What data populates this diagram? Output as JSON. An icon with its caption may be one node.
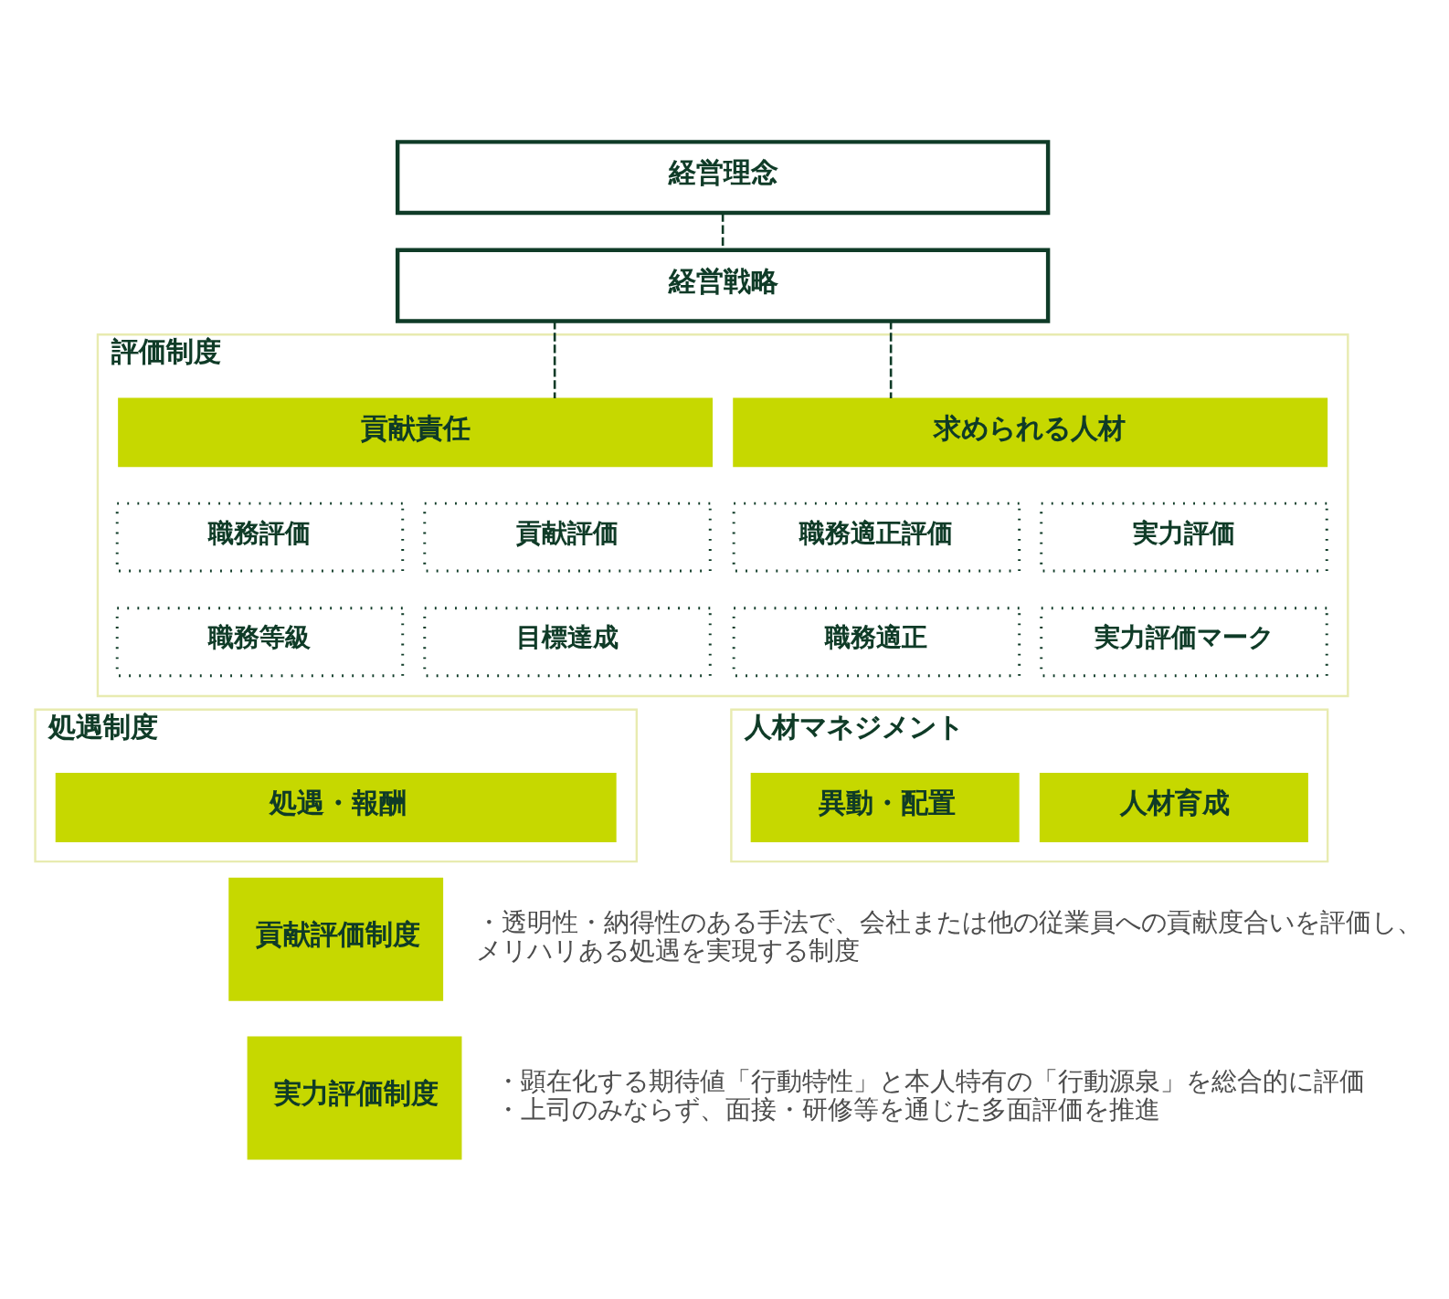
{
  "diagram": {
    "nodes": [
      {
        "text": [
          "経営理念"
        ]
      },
      {
        "text": [
          "経営戦略"
        ]
      },
      {
        "text": [
          "評価制度"
        ]
      },
      {
        "text": [
          "貢献責任"
        ],
        "in": 2
      },
      {
        "text": [
          "求められる人材"
        ],
        "in": 2
      },
      {
        "text": [
          "職務評価"
        ],
        "in": 2
      },
      {
        "text": [
          "貢献評価"
        ],
        "in": 2
      },
      {
        "text": [
          "職務適正評価"
        ],
        "in": 2
      },
      {
        "text": [
          "実力評価"
        ],
        "in": 2
      },
      {
        "text": [
          "職務等級"
        ],
        "in": 2
      },
      {
        "text": [
          "目標達成"
        ],
        "in": 2
      },
      {
        "text": [
          "職務適正"
        ],
        "in": 2
      },
      {
        "text": [
          "実力評価マーク"
        ],
        "in": 2
      },
      {
        "text": [
          "処遇制度"
        ]
      },
      {
        "text": [
          "処遇・報酬"
        ],
        "in": 13
      },
      {
        "text": [
          "人材マネジメント"
        ]
      },
      {
        "text": [
          "異動・配置"
        ],
        "in": 15
      },
      {
        "text": [
          "人材育成"
        ],
        "in": 15
      },
      {
        "text": [
          "貢献評価制度"
        ],
        "beside": [
          "・透明性・納得性のある手法で、会社または他の従業員への貢献度合いを評価し、メリハリある処遇を実現する制度"
        ]
      },
      {
        "text": [
          "実力評価制度"
        ],
        "beside": [
          "・顕在化する期待値「行動特性」と本人特有の「行動源泉」を総合的に評価",
          "・上司のみならず、面接・研修等を通じた多面評価を推進"
        ]
      }
    ],
    "edges": [
      {
        "from": 0,
        "to": 1,
        "arrow": "none",
        "style": "dashed"
      },
      {
        "from": 1,
        "to": 3,
        "arrow": "none",
        "style": "dashed"
      },
      {
        "from": 1,
        "to": 4,
        "arrow": "none",
        "style": "dashed"
      }
    ]
  }
}
